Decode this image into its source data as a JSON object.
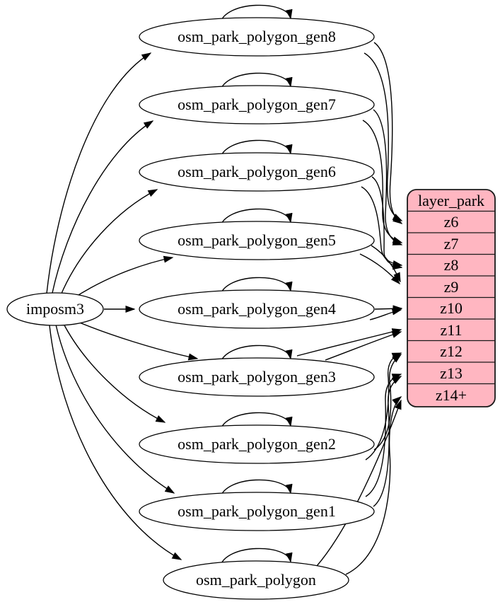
{
  "diagram": {
    "type": "etl-graph",
    "background_color": "#ffffff",
    "line_color": "#000000",
    "node_fill_color": "#ffffff",
    "source": {
      "label": "imposm3"
    },
    "nodes": [
      {
        "label": "osm_park_polygon_gen8"
      },
      {
        "label": "osm_park_polygon_gen7"
      },
      {
        "label": "osm_park_polygon_gen6"
      },
      {
        "label": "osm_park_polygon_gen5"
      },
      {
        "label": "osm_park_polygon_gen4"
      },
      {
        "label": "osm_park_polygon_gen3"
      },
      {
        "label": "osm_park_polygon_gen2"
      },
      {
        "label": "osm_park_polygon_gen1"
      },
      {
        "label": "osm_park_polygon"
      }
    ],
    "table": {
      "title": "layer_park",
      "fill_color": "#ffb6c1",
      "border_color": "#1a1a1a",
      "rows": [
        {
          "label": "z6"
        },
        {
          "label": "z7"
        },
        {
          "label": "z8"
        },
        {
          "label": "z9"
        },
        {
          "label": "z10"
        },
        {
          "label": "z11"
        },
        {
          "label": "z12"
        },
        {
          "label": "z13"
        },
        {
          "label": "z14+"
        }
      ]
    },
    "edges": {
      "from_source": [
        "osm_park_polygon_gen8",
        "osm_park_polygon_gen7",
        "osm_park_polygon_gen6",
        "osm_park_polygon_gen5",
        "osm_park_polygon_gen4",
        "osm_park_polygon_gen3",
        "osm_park_polygon_gen2",
        "osm_park_polygon_gen1",
        "osm_park_polygon"
      ],
      "self_loops": [
        "osm_park_polygon_gen8",
        "osm_park_polygon_gen7",
        "osm_park_polygon_gen6",
        "osm_park_polygon_gen5",
        "osm_park_polygon_gen4",
        "osm_park_polygon_gen3",
        "osm_park_polygon_gen2",
        "osm_park_polygon_gen1",
        "osm_park_polygon"
      ],
      "to_table": [
        {
          "from": "osm_park_polygon_gen8",
          "to": "z6",
          "parallel_edges": 2
        },
        {
          "from": "osm_park_polygon_gen7",
          "to": "z7",
          "parallel_edges": 2
        },
        {
          "from": "osm_park_polygon_gen6",
          "to": "z8",
          "parallel_edges": 2
        },
        {
          "from": "osm_park_polygon_gen5",
          "to": "z9",
          "parallel_edges": 2
        },
        {
          "from": "osm_park_polygon_gen4",
          "to": "z10",
          "parallel_edges": 2
        },
        {
          "from": "osm_park_polygon_gen3",
          "to": "z11",
          "parallel_edges": 2
        },
        {
          "from": "osm_park_polygon_gen2",
          "to": "z12",
          "parallel_edges": 2
        },
        {
          "from": "osm_park_polygon_gen1",
          "to": "z13",
          "parallel_edges": 2
        },
        {
          "from": "osm_park_polygon",
          "to": "z14+",
          "parallel_edges": 2
        }
      ]
    }
  }
}
